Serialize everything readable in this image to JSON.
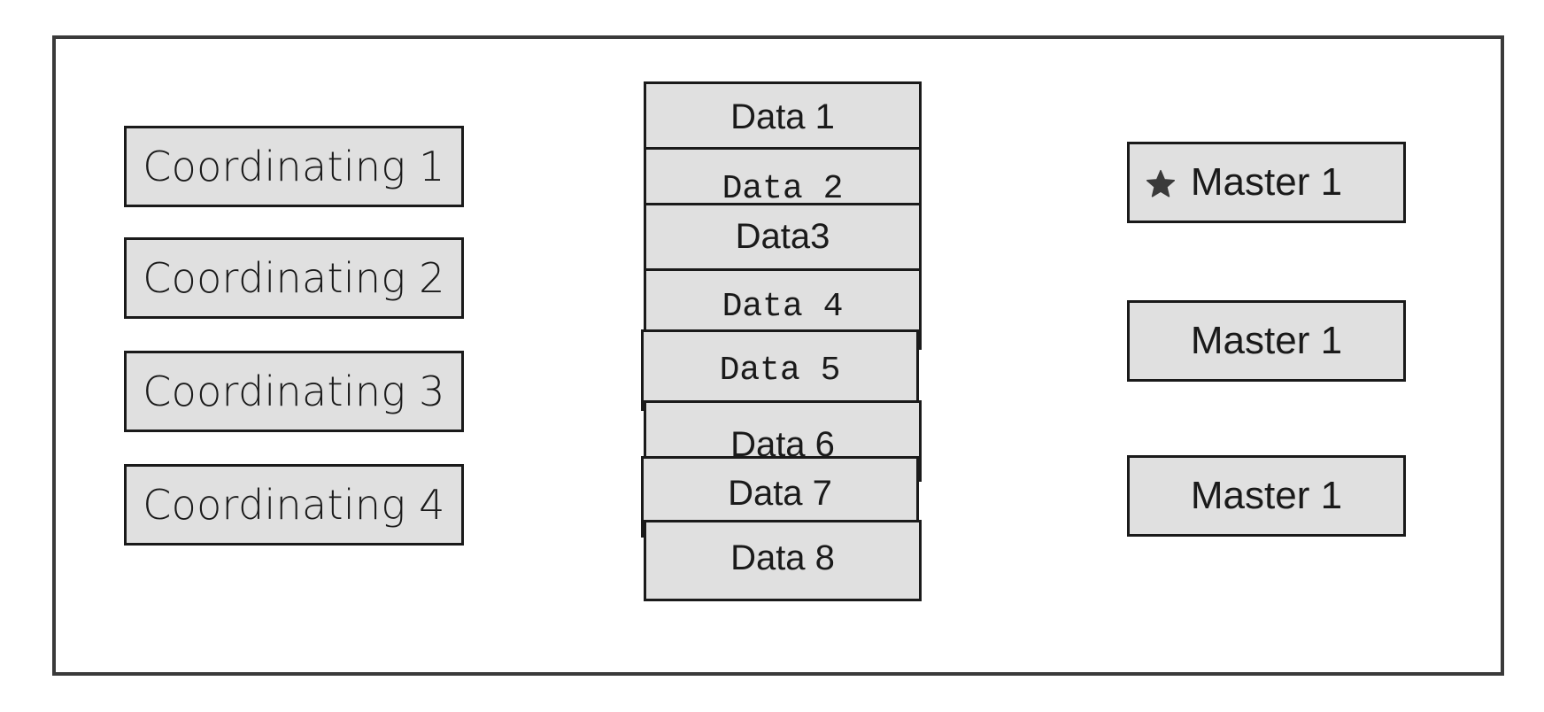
{
  "coordinating_nodes": [
    "Coordinating 1",
    "Coordinating 2",
    "Coordinating 3",
    "Coordinating 4"
  ],
  "data_nodes": [
    "Data 1",
    "Data 2",
    "Data3",
    "Data 4",
    "Data 5",
    "Data 6",
    "Data 7",
    "Data 8"
  ],
  "master_nodes": [
    "Master 1",
    "Master 1",
    "Master 1"
  ],
  "icons": {
    "elected_master": "star-icon"
  },
  "colors": {
    "node_fill": "#e0e0e0",
    "node_border": "#1a1a1a",
    "frame_border": "#3a3a3a"
  }
}
